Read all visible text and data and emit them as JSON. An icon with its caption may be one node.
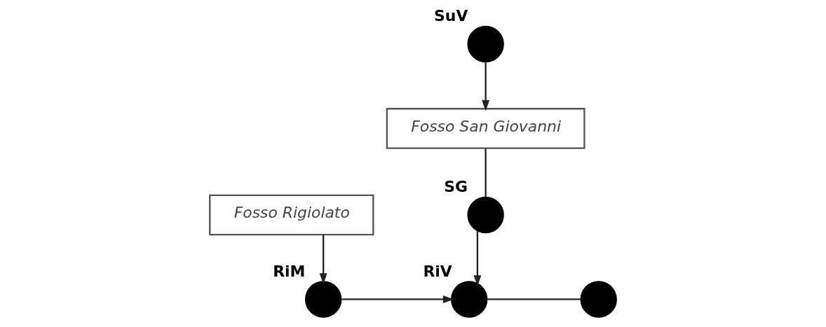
{
  "diagram": {
    "nodes": [
      {
        "text": [
          "Fosso Rigiolato"
        ]
      },
      {
        "text": [],
        "shape": "circle",
        "beside": [
          "SuV"
        ]
      },
      {
        "text": [
          "Fosso San Giovanni"
        ]
      },
      {
        "text": [],
        "shape": "circle",
        "beside": [
          "SG"
        ]
      },
      {
        "text": [],
        "shape": "circle",
        "beside": [
          "RiM"
        ]
      },
      {
        "text": [],
        "shape": "circle",
        "beside": [
          "RiV"
        ]
      },
      {
        "text": [],
        "shape": "circle"
      }
    ],
    "edges": [
      {
        "from": 0,
        "to": 4,
        "arrow": "to"
      },
      {
        "from": 1,
        "to": 2,
        "arrow": "to"
      },
      {
        "from": 2,
        "to": 3,
        "arrow": "none"
      },
      {
        "from": 3,
        "to": 5,
        "arrow": "to"
      },
      {
        "from": 4,
        "to": 5,
        "arrow": "to"
      },
      {
        "from": 5,
        "to": 6,
        "arrow": "none"
      }
    ]
  }
}
